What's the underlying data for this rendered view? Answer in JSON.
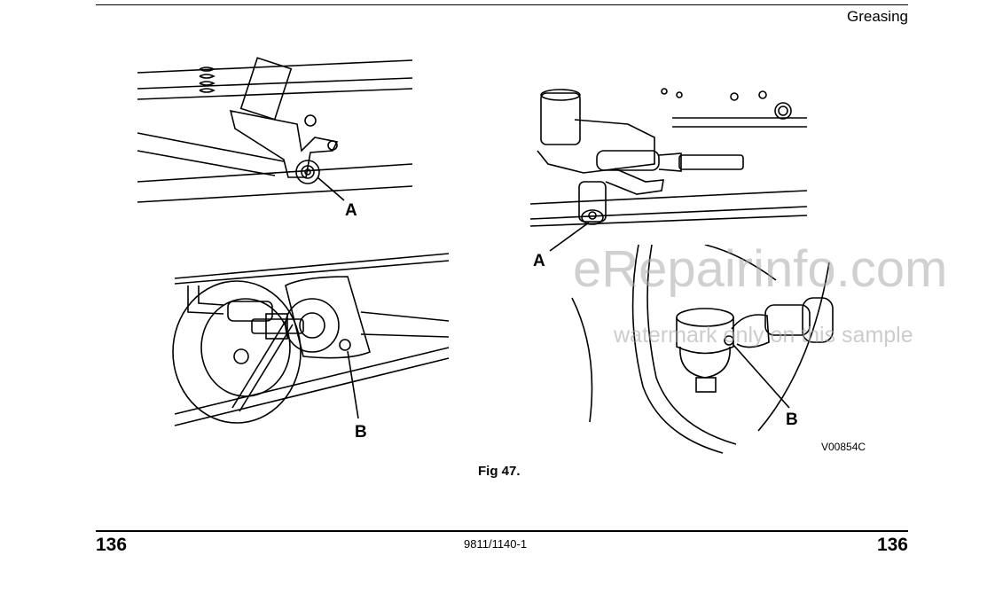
{
  "header": {
    "section_title": "Greasing"
  },
  "figure": {
    "callouts": {
      "top_left": "A",
      "top_right": "A",
      "bottom_left": "B",
      "bottom_right": "B"
    },
    "caption": "Fig 47.",
    "ref_code": "V00854C"
  },
  "footer": {
    "page_left": "136",
    "doc_code": "9811/1140-1",
    "page_right": "136"
  },
  "watermark": {
    "line1": "eRepairinfo.com",
    "line2": "watermark only on this sample"
  }
}
